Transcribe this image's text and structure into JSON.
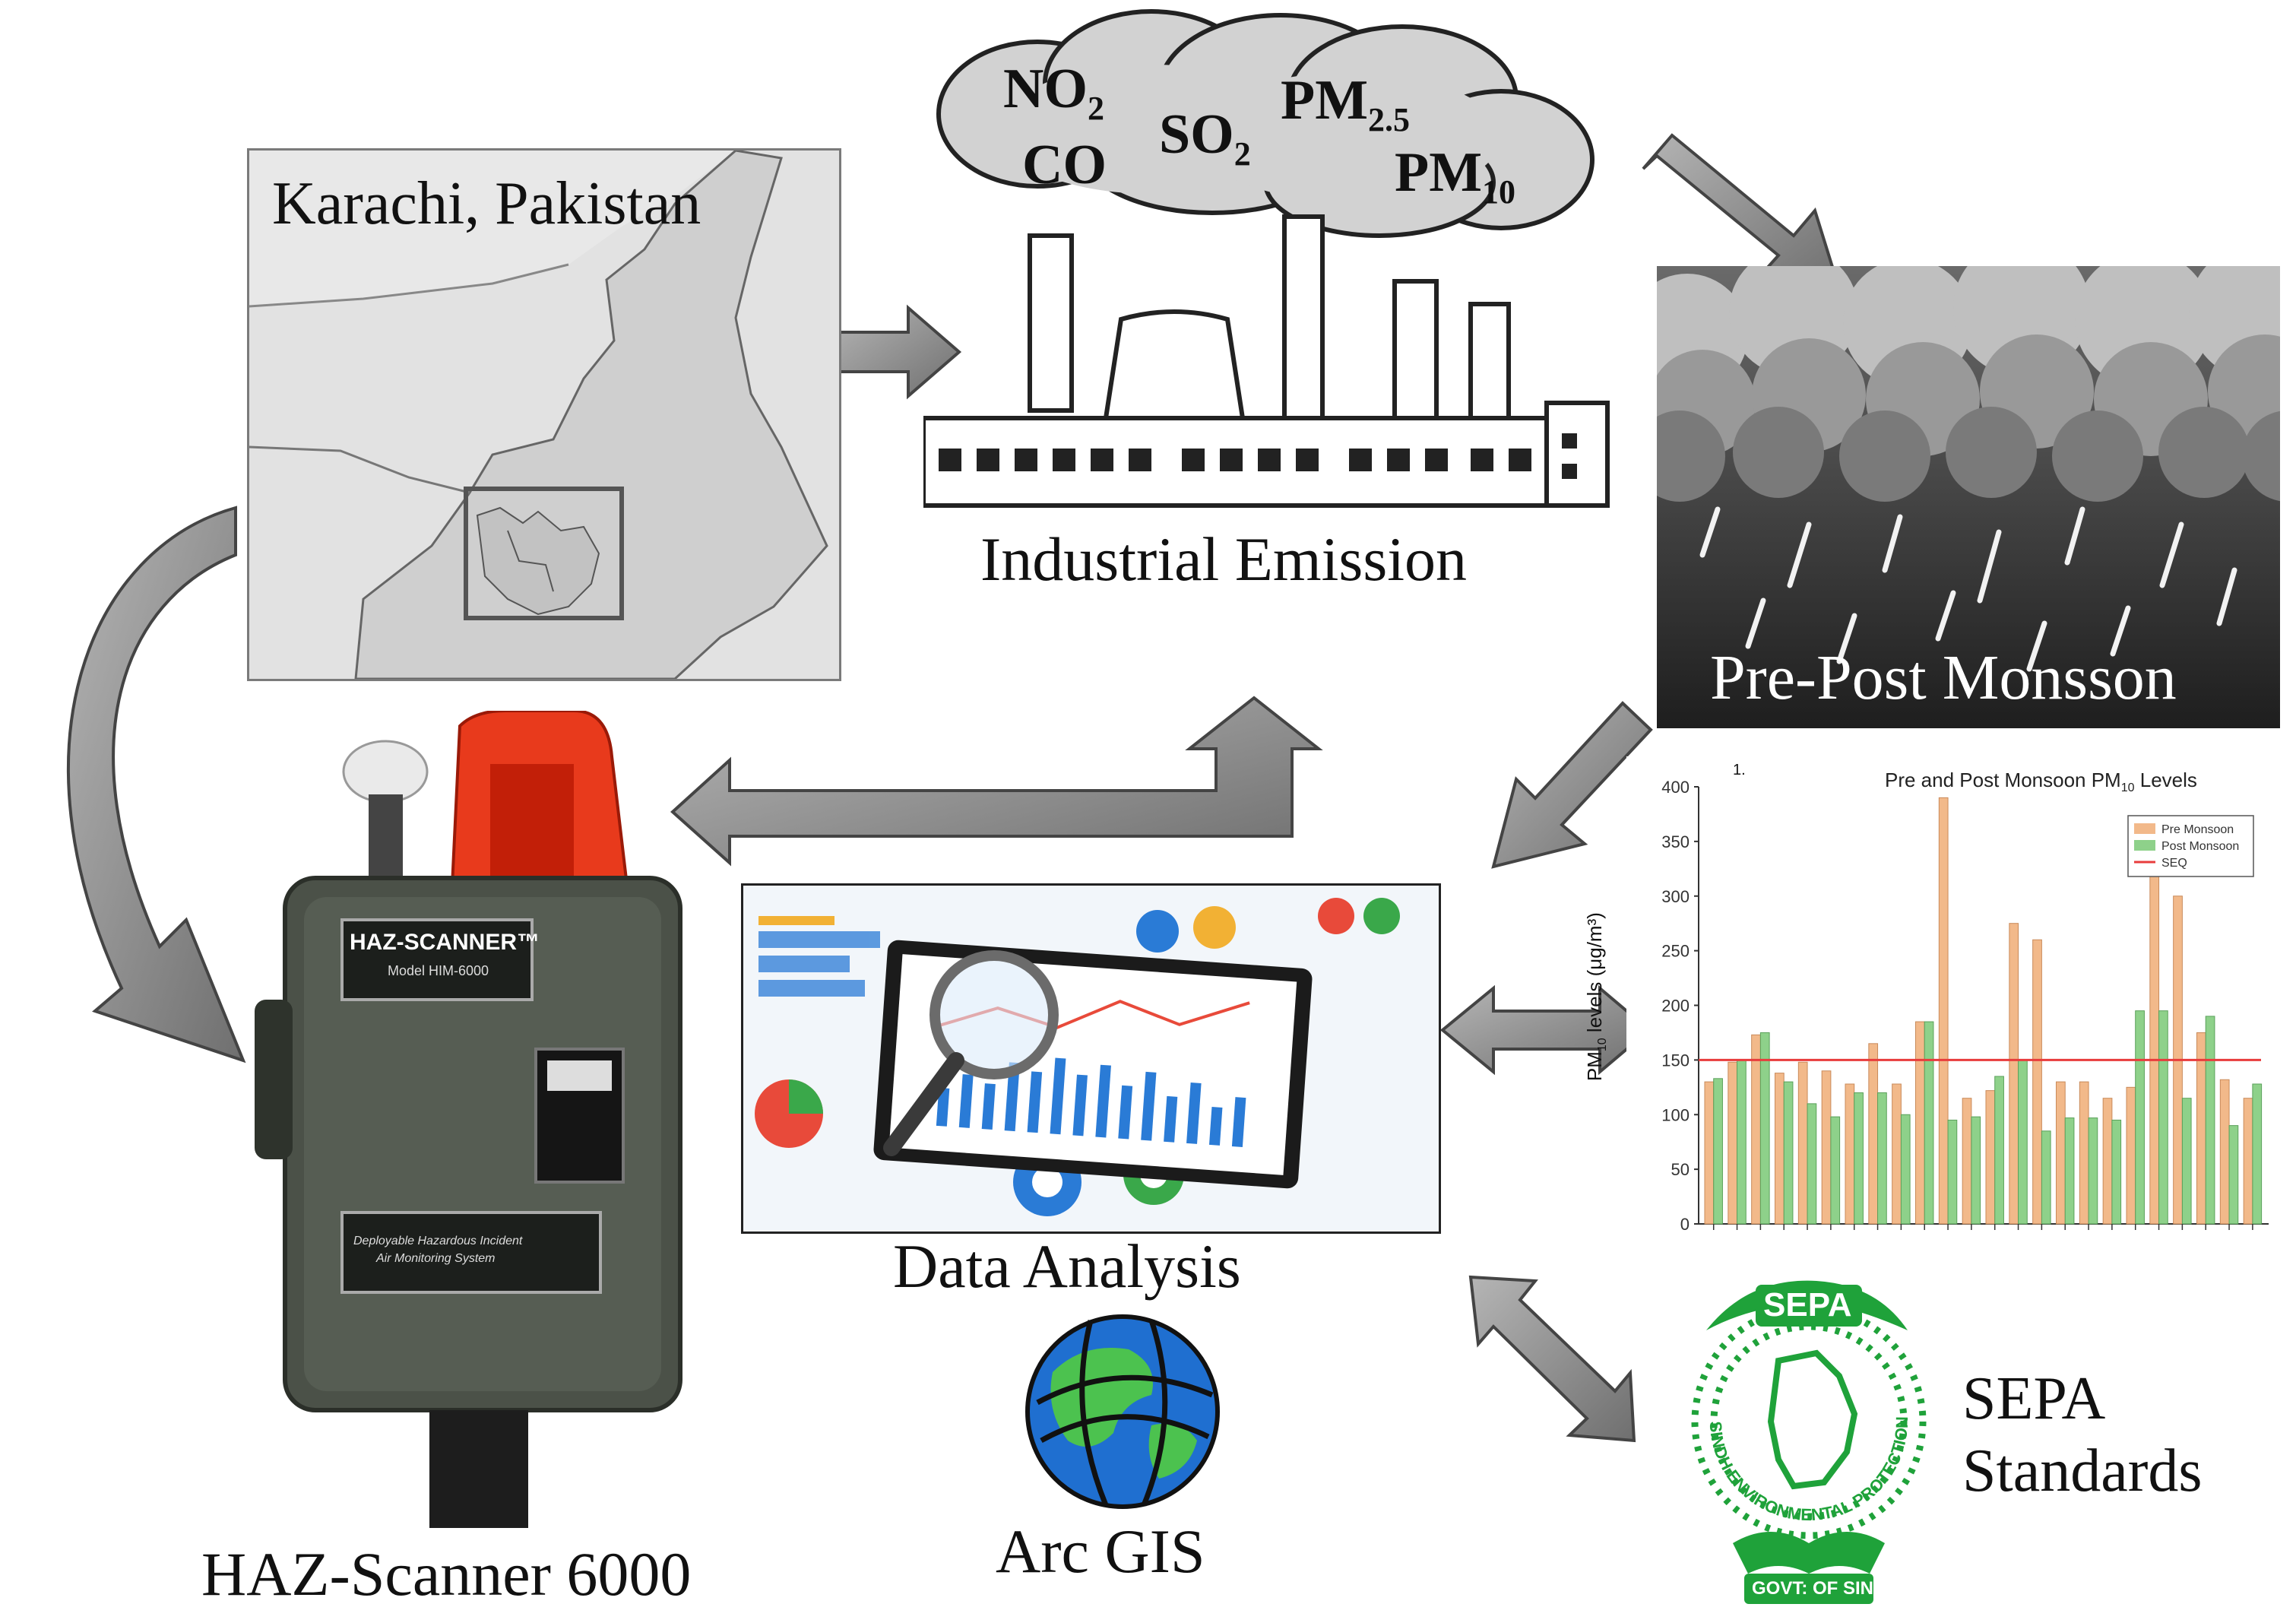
{
  "map": {
    "title": "Karachi, Pakistan"
  },
  "emission": {
    "caption": "Industrial Emission",
    "pollutants": {
      "no2": {
        "base": "NO",
        "sub": "2"
      },
      "co": {
        "base": "CO"
      },
      "so2": {
        "base": "SO",
        "sub": "2"
      },
      "pm25": {
        "base": "PM",
        "sub": "2.5"
      },
      "pm10": {
        "base": "PM",
        "sub": "10"
      }
    }
  },
  "monsoon": {
    "caption": "Pre-Post Monsson"
  },
  "scanner": {
    "caption": "HAZ-Scanner 6000",
    "plate_title": "HAZ-SCANNER™",
    "plate_model": "Model HIM-6000",
    "plate_bottom_1": "Deployable Hazardous Incident",
    "plate_bottom_2": "Air Monitoring System"
  },
  "analysis": {
    "caption": "Data Analysis"
  },
  "gis": {
    "caption": "Arc GIS"
  },
  "sepa": {
    "caption_line1": "SEPA",
    "caption_line2": "Standards",
    "logo_text": "SEPA",
    "ring_text": "SINDH ENVIRONMENTAL PROTECTION AGENCY",
    "govt_text": "GOVT: OF SINDH"
  },
  "colors": {
    "arrow_fill": "#8a8a8a",
    "pre_monsoon": "#f2b98a",
    "post_monsoon": "#8ed18a",
    "seq_line": "#e83c3c",
    "sepa_green": "#1fa23a"
  },
  "chart_data": {
    "type": "bar",
    "title": "Pre and Post Monsoon PM",
    "title_sub": "10",
    "title_suffix": " Levels",
    "corner_mark": "1.",
    "ylabel": "PM",
    "ylabel_sub": "10",
    "ylabel_suffix": " levels (μg/m³)",
    "ylim": [
      0,
      400
    ],
    "yticks": [
      0,
      50,
      100,
      150,
      200,
      250,
      300,
      350,
      400
    ],
    "legend_position": "top-right",
    "series": [
      {
        "name": "Pre Monsoon",
        "values": [
          130,
          148,
          173,
          138,
          148,
          140,
          128,
          165,
          128,
          185,
          390,
          115,
          122,
          275,
          260,
          130,
          130,
          115,
          125,
          360,
          300,
          175,
          132,
          115
        ]
      },
      {
        "name": "Post Monsoon",
        "values": [
          133,
          150,
          175,
          130,
          110,
          98,
          120,
          120,
          100,
          185,
          95,
          98,
          135,
          150,
          85,
          97,
          97,
          95,
          195,
          195,
          115,
          190,
          90,
          128
        ]
      }
    ],
    "reference": {
      "name": "SEQ",
      "value": 150
    }
  }
}
